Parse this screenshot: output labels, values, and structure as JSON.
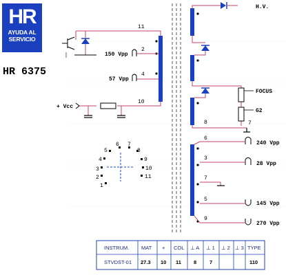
{
  "logo": {
    "mark": "HR",
    "tagline_1": "AYUDA AL",
    "tagline_2": "SERVICIO"
  },
  "model": "HR 6375",
  "labels": {
    "hv": "H.V.",
    "focus": "FOCUS",
    "g2": "G2",
    "vcc": "+ Vcc",
    "v150": "150 Vpp",
    "v57": "57 Vpp",
    "v240": "240 Vpp",
    "v28": "28 Vpp",
    "v145": "145 Vpp",
    "v270": "270 Vpp"
  },
  "pins": {
    "p11": "11",
    "p2": "2",
    "p4": "4",
    "p10": "10",
    "p8": "8",
    "p7a": "7",
    "p6": "6",
    "p3": "3",
    "p7b": "7",
    "p5": "5",
    "p9": "9"
  },
  "socket_pins": [
    "1",
    "2",
    "3",
    "4",
    "5",
    "6",
    "7",
    "8",
    "9",
    "10",
    "11"
  ],
  "table": {
    "headers": [
      "INSTRUM.",
      "MAT",
      "+",
      "COL",
      "⊥ A",
      "⊥ 1",
      "⊥ 2",
      "⊥ 3",
      "TYPE"
    ],
    "row": [
      "STVDST-01",
      "27.3",
      "10",
      "11",
      "8",
      "7",
      "",
      "",
      "110"
    ]
  },
  "colors": {
    "accent": "#1a3fbf",
    "wire": "#c4406a",
    "core": "#555555",
    "grid": "#c8d8f0"
  }
}
